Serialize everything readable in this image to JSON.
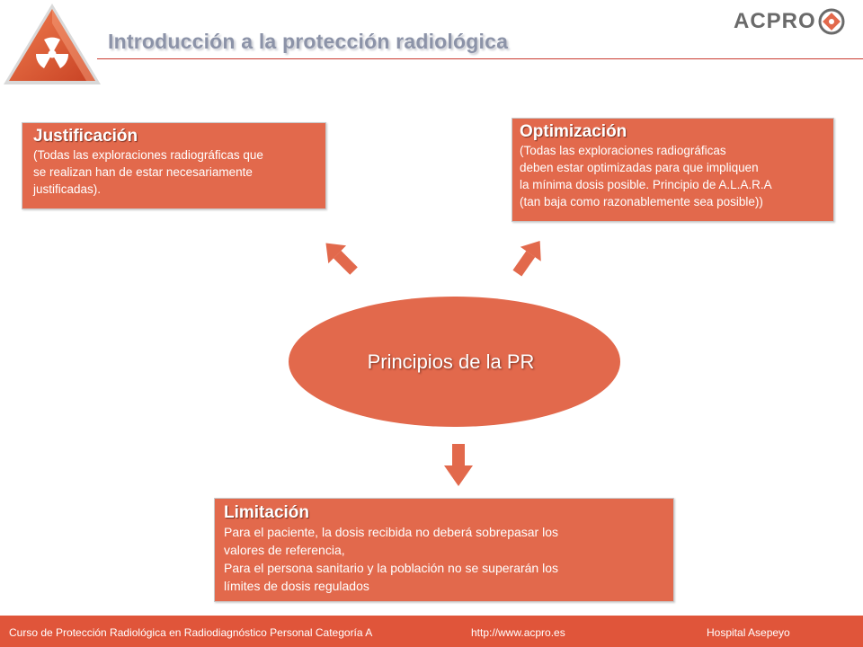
{
  "header": {
    "title": "Introducción a la protección radiológica",
    "brand": "ACPRO"
  },
  "colors": {
    "accent": "#e2694c",
    "footer": "#e0553a",
    "title": "#8c93a8",
    "rule": "#c93a30"
  },
  "icons": {
    "top_left": "radiation-warning-triangle-icon",
    "brand_mark": "acpro-logo-icon"
  },
  "diagram": {
    "center": {
      "label": "Principios de la PR"
    },
    "justificacion": {
      "title": "Justificación",
      "lines": [
        "(Todas las exploraciones radiográficas que",
        "se realizan han de estar necesariamente",
        "justificadas)."
      ]
    },
    "optimizacion": {
      "title": "Optimización",
      "lines": [
        "(Todas las exploraciones radiográficas",
        "deben estar optimizadas para que impliquen",
        "la mínima dosis posible. Principio de A.L.A.R.A",
        "(tan baja como razonablemente sea posible))"
      ]
    },
    "limitacion": {
      "title": "Limitación",
      "lines": [
        "Para el paciente, la dosis recibida no deberá sobrepasar los",
        "valores de referencia,",
        "Para el persona sanitario y la población no se superarán los",
        "límites de dosis regulados"
      ]
    }
  },
  "footer": {
    "course": "Curso de Protección Radiológica en Radiodiagnóstico Personal Categoría A",
    "url": "http://www.acpro.es",
    "hospital": "Hospital Asepeyo"
  }
}
